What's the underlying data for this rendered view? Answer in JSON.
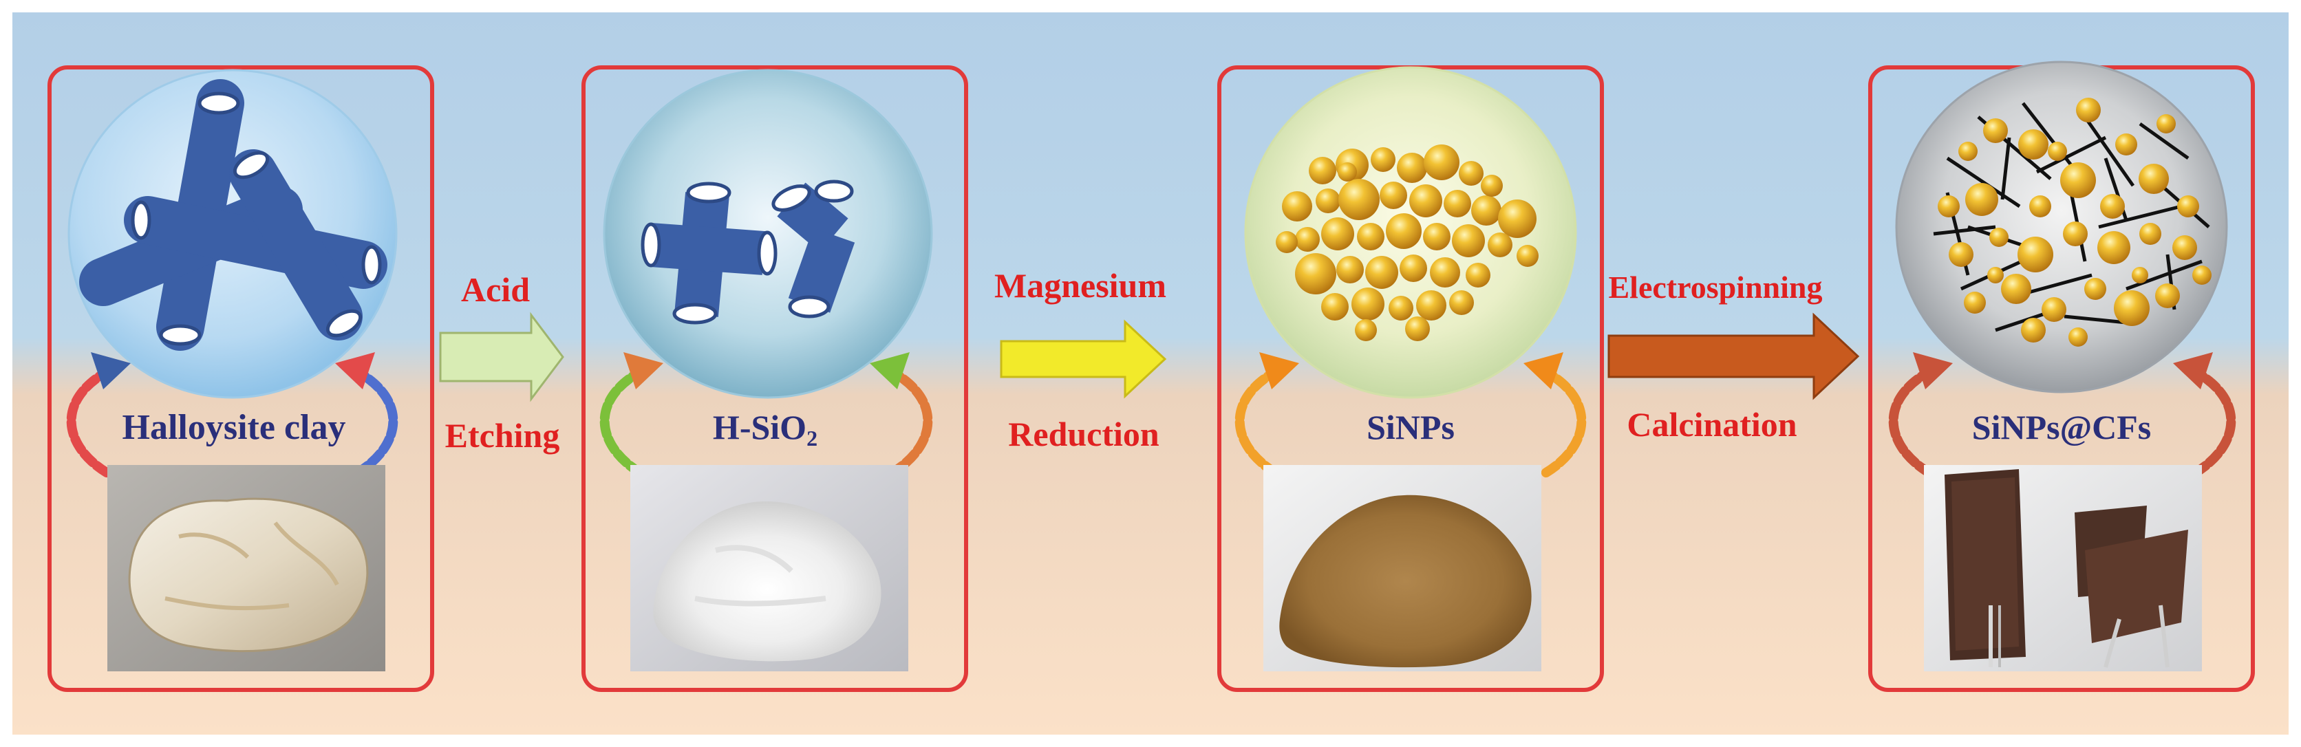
{
  "stages": [
    {
      "id": "halloysite",
      "label": "Halloysite clay",
      "photo": "rock-photo"
    },
    {
      "id": "hsio2",
      "label": "H-SiO",
      "label_sub": "2",
      "photo": "white-powder-photo"
    },
    {
      "id": "sinps",
      "label": "SiNPs",
      "photo": "brown-powder-photo"
    },
    {
      "id": "sinps-cfs",
      "label": "SiNPs@CFs",
      "photo": "carbon-fiber-film-photo"
    }
  ],
  "steps": [
    {
      "top": "Acid",
      "bottom": "Etching",
      "arrow_color": "#d8ecb4"
    },
    {
      "top": "Magnesium",
      "bottom": "Reduction",
      "arrow_color": "#f2ea2a"
    },
    {
      "top": "Electrospinning",
      "bottom": "Calcination",
      "arrow_color": "#c85a1e"
    }
  ],
  "colors": {
    "frame": "#e23a3a",
    "step_text": "#e02020",
    "stage_text": "#2a2f7a",
    "tube": "#3b5fa6",
    "particle": "#e2a21c",
    "fiber": "#111111",
    "bg_top": "#b7d2e8",
    "bg_bottom": "#f9dcc4"
  }
}
